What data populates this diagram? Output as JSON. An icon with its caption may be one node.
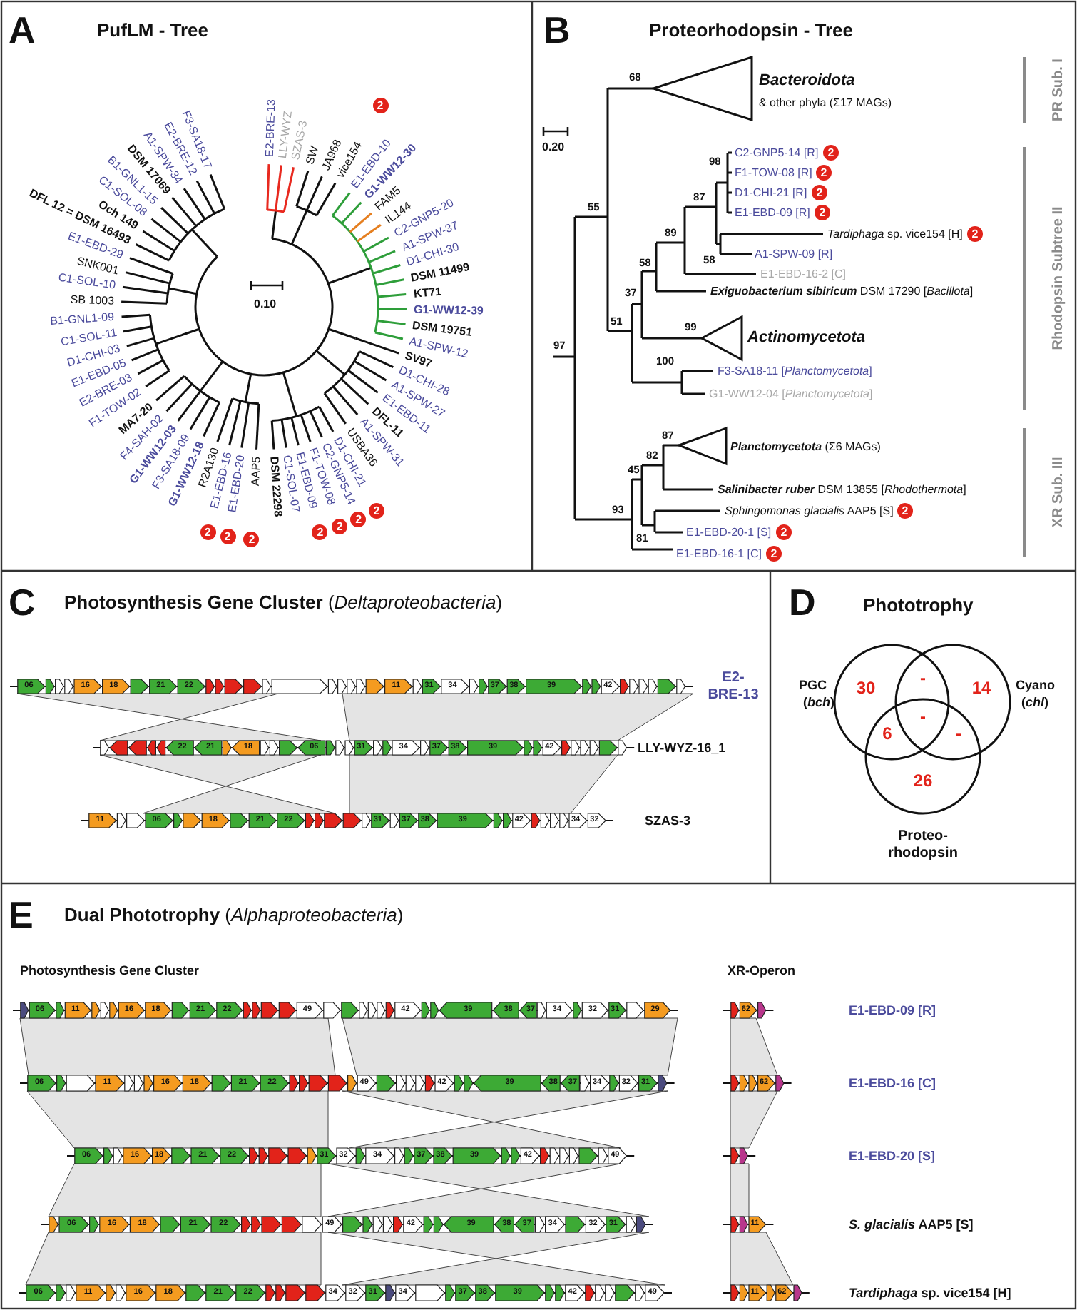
{
  "diagram": {
    "labels": [
      "A",
      "PufLM - Tree",
      "E2-BRE-13",
      "LLY-WYZ",
      "SZAS-3",
      "SW",
      "JA968",
      "vice154",
      "E1-EBD-10",
      "G1-WW12-30",
      "FAM5",
      "IL144",
      "C2-GNP5-20",
      "A1-SPW-37",
      "D1-CHI-30",
      "DSM 11499",
      "KT71",
      "G1-WW12-39",
      "DSM 19751",
      "A1-SPW-12",
      "SV97",
      "D1-CHI-28",
      "A1-SPW-27",
      "E1-EBD-11",
      "DFL-11",
      "A1-SPW-31",
      "MA7-20",
      "F4-SAH-02",
      "G1-WW12-03",
      "F3-SA18-09",
      "G1-WW12-18",
      "R2A130",
      "E1-EBD-16",
      "E1-EBD-20",
      "AAP5",
      "DSM 22298",
      "C1-SOL-07",
      "E1-EBD-09",
      "F1-TOW-08",
      "C2-GNP5-14",
      "D1-CHI-21",
      "USBA36",
      "F1-TOW-02",
      "E2-BRE-03",
      "E1-EBD-05",
      "D1-CHI-03",
      "C1-SOL-11",
      "B1-GNL1-09",
      "SB 1003",
      "C1-SOL-10",
      "SNK001",
      "E1-EBD-29",
      "DFL 12 = DSM 16493",
      "Och 149",
      "C1-SOL-08",
      "B1-GNL1-15",
      "DSM 17069",
      "A1-SPW-34",
      "E2-BRE-12",
      "F3-SA18-17",
      "0.10",
      "2",
      "2",
      "2",
      "2",
      "2",
      "2",
      "2",
      "2",
      "B",
      "Proteorhodopsin - Tree",
      "68",
      "Bacteroidota",
      "& other phyla (Σ17 MAGs)",
      "PR Sub. I",
      "0.20",
      "55",
      "C2-GNP5-14 [R]",
      "2",
      "98",
      "F1-TOW-08 [R]",
      "2",
      "D1-CHI-21 [R]",
      "2",
      "87",
      "E1-EBD-09 [R]",
      "2",
      "89",
      "*Tardiphaga* sp. vice154 [H]",
      "2",
      "58",
      "58",
      "A1-SPW-09 [R]",
      "E1-EBD-16-2 [C]",
      "37",
      "**Exiguobacterium sibiricum** DSM 17290 [*Bacillota*]",
      "51",
      "99",
      "Actinomycetota",
      "Rhodopsin Subtree II",
      "97",
      "100",
      "F3-SA18-11 [*Planctomycetota*]",
      "G1-WW12-04 [*Planctomycetota*]",
      "87",
      "**Planctomycetota** (Σ6 MAGs)",
      "82",
      "**Salinibacter ruber** DSM 13855 [*Rhodothermota*]",
      "45",
      "93",
      "*Sphingomonas glacialis* AAP5 [S]",
      "2",
      "XR Sub. III",
      "81",
      "E1-EBD-20-1 [S]",
      "2",
      "E1-EBD-16-1 [C]",
      "2",
      "C",
      "**Photosynthesis Gene Cluster** (*Deltaproteobacteria*)",
      "06",
      "16",
      "18",
      "21",
      "22",
      "11",
      "31",
      "34",
      "37",
      "38",
      "39",
      "42",
      "E2- BRE-13",
      "22",
      "21",
      "18",
      "06",
      "31",
      "34",
      "37",
      "38",
      "39",
      "42",
      "LLY-WYZ-16_1",
      "11",
      "06",
      "18",
      "21",
      "22",
      "31",
      "37",
      "38",
      "39",
      "42",
      "34",
      "32",
      "SZAS-3",
      "D",
      "Phototrophy",
      "PGC",
      "(*bch*)",
      "Cyano",
      "(*chl*)",
      "30",
      "-",
      "14",
      "-",
      "6",
      "-",
      "26",
      "Proteo- rhodopsin",
      "E",
      "**Dual Phototrophy** (*Alphaproteobacteria*)",
      "Photosynthesis Gene Cluster",
      "XR-Operon",
      "06",
      "11",
      "16",
      "18",
      "21",
      "22",
      "49",
      "42",
      "39",
      "38",
      "37",
      "34",
      "32",
      "31",
      "29",
      "62",
      "E1-EBD-09 [R]",
      "06",
      "11",
      "16",
      "18",
      "21",
      "22",
      "49",
      "42",
      "39",
      "38",
      "37",
      "34",
      "32",
      "31",
      "62",
      "E1-EBD-16 [C]",
      "06",
      "16",
      "18",
      "21",
      "22",
      "31",
      "32",
      "34",
      "37",
      "38",
      "39",
      "42",
      "49",
      "E1-EBD-20 [S]",
      "06",
      "16",
      "18",
      "21",
      "22",
      "49",
      "42",
      "39",
      "38",
      "37",
      "34",
      "32",
      "31",
      "11",
      "*S. glacialis* AAP5 [S]",
      "06",
      "11",
      "16",
      "18",
      "21",
      "22",
      "34",
      "32",
      "31",
      "34",
      "37",
      "38",
      "39",
      "42",
      "49",
      "11",
      "62",
      "*Tardiphaga* sp. vice154 [H]"
    ]
  }
}
